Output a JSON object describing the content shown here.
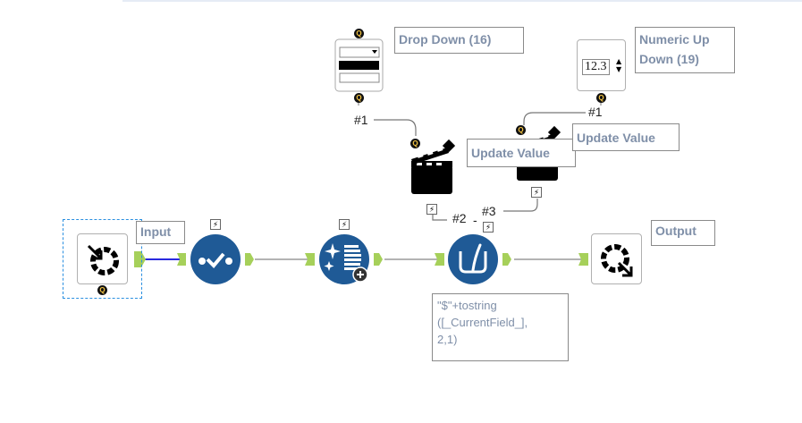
{
  "canvas": {
    "title": "Workflow canvas",
    "colors": {
      "tool_blue": "#1f5a96",
      "connector_green": "#a6d05a",
      "selected_connection": "#2a2adf",
      "annotation_text": "#7f8fa8",
      "selection_border": "#2a8fe0"
    }
  },
  "tools": {
    "input": {
      "label": "Input",
      "icon": "macro-input-icon"
    },
    "test": {
      "icon": "test-checkmark-icon"
    },
    "multi_field_formula": {
      "icon": "multi-field-formula-icon"
    },
    "multi_field": {
      "icon": "formula-beaker-icon",
      "annotation": "\"$\"+tostring\n([_CurrentField_],\n2,1)"
    },
    "output": {
      "label": "Output",
      "icon": "macro-output-icon"
    },
    "dropdown": {
      "label": "Drop Down (16)",
      "icon": "dropdown-interface-icon"
    },
    "numeric_updown": {
      "label": "Numeric Up\nDown (19)",
      "value": "12.3",
      "icon": "numeric-updown-icon"
    },
    "action1": {
      "label": "Update Value",
      "icon": "action-clapper-icon"
    },
    "action2": {
      "label": "Update Value",
      "icon": "action-clapper-icon"
    }
  },
  "connection_labels": {
    "dropdown_out": "#1",
    "numeric_out": "#1",
    "action1_out": "#2",
    "action2_out": "#3",
    "separator": "-"
  },
  "badges": {
    "question": "Q",
    "bolt": "⚡"
  }
}
